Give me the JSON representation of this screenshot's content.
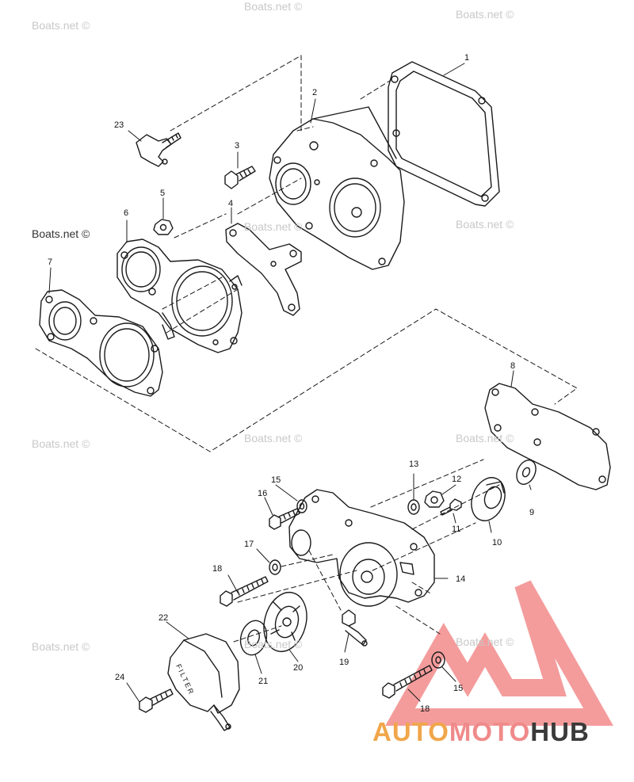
{
  "watermark": {
    "text": "Boats.net ©"
  },
  "brand": {
    "part1": "AUTO",
    "part2": "MOTO",
    "part3": "HUB",
    "colors": {
      "orange": "#f0a64a",
      "pink": "#f08a8a",
      "dark": "#3a3a3a",
      "triangle": "#f28b8b"
    }
  },
  "callouts": {
    "c1": "1",
    "c2": "2",
    "c3": "3",
    "c4": "4",
    "c5": "5",
    "c6": "6",
    "c7": "7",
    "c8": "8",
    "c9": "9",
    "c10": "10",
    "c11": "11",
    "c12": "12",
    "c13": "13",
    "c14": "14",
    "c15a": "15",
    "c15b": "15",
    "c16": "16",
    "c17": "17",
    "c18a": "18",
    "c18b": "18",
    "c19": "19",
    "c20": "20",
    "c21": "21",
    "c22": "22",
    "c23": "23",
    "c24": "24"
  },
  "filter_label": "FILTER"
}
